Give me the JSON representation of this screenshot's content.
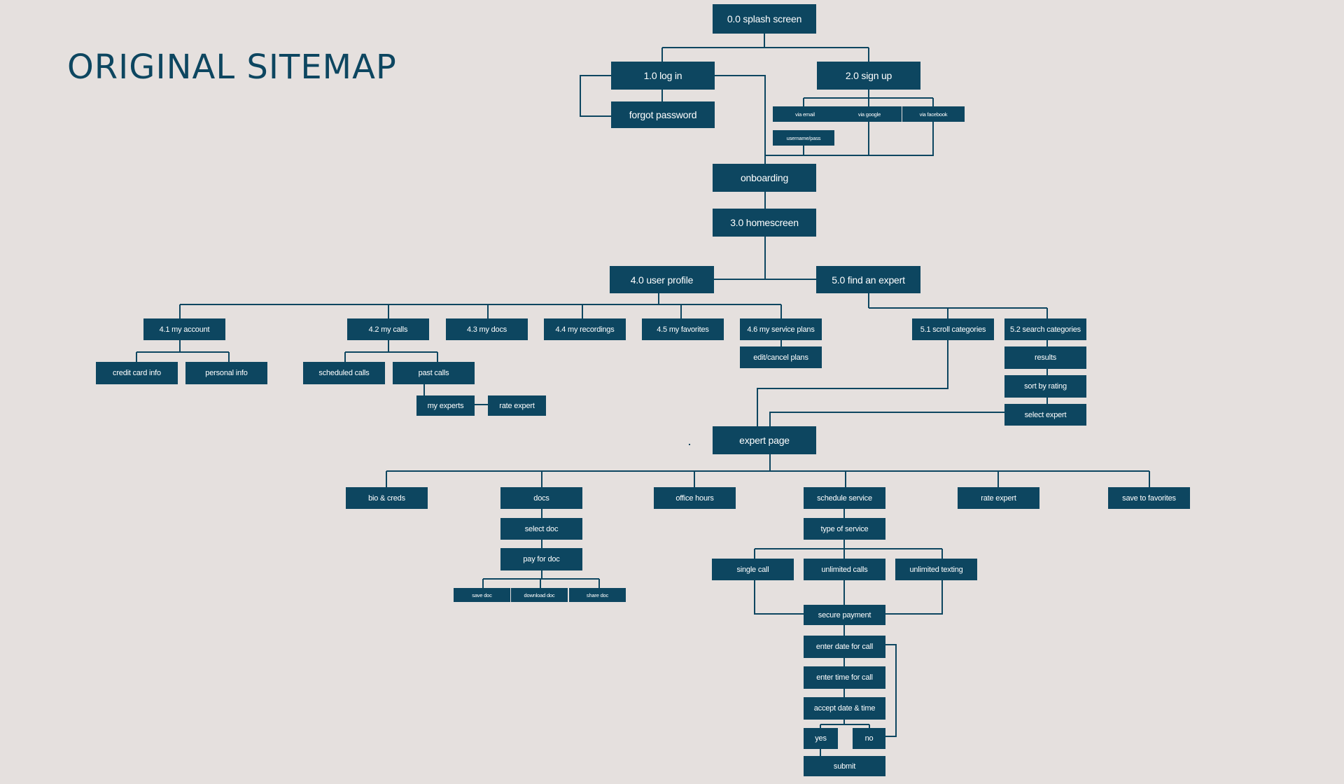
{
  "title": "ORIGINAL SITEMAP",
  "colors": {
    "background": "#e5e0de",
    "node": "#0d4660",
    "line": "#0d4660",
    "text": "#ffffff"
  },
  "nodes": {
    "splash": "0.0 splash screen",
    "login": "1.0 log in",
    "signup": "2.0 sign up",
    "forgot": "forgot password",
    "via_email": "via email",
    "via_google": "via google",
    "via_facebook": "via facebook",
    "userpass": "username/pass",
    "onboarding": "onboarding",
    "home": "3.0 homescreen",
    "profile": "4.0 user profile",
    "find": "5.0 find an expert",
    "account": "4.1 my account",
    "calls": "4.2 my calls",
    "docs43": "4.3 my docs",
    "recordings": "4.4 my recordings",
    "favorites": "4.5 my favorites",
    "plans": "4.6 my service plans",
    "editplans": "edit/cancel plans",
    "scroll": "5.1 scroll categories",
    "search": "5.2 search categories",
    "results": "results",
    "sort": "sort by rating",
    "select_expert": "select expert",
    "cc": "credit card info",
    "personal": "personal info",
    "scheduled": "scheduled calls",
    "past": "past calls",
    "my_experts": "my experts",
    "rate_expert1": "rate expert",
    "expert_page": "expert page",
    "bio": "bio & creds",
    "docs": "docs",
    "office": "office hours",
    "schedule": "schedule service",
    "rate_expert2": "rate expert",
    "save_fav": "save to favorites",
    "select_doc": "select doc",
    "pay_doc": "pay for doc",
    "save_doc": "save doc",
    "download_doc": "download doc",
    "share_doc": "share doc",
    "type_service": "type of service",
    "single": "single call",
    "unl_calls": "unlimited calls",
    "unl_text": "unlimited texting",
    "secure": "secure payment",
    "enter_date": "enter date for call",
    "enter_time": "enter time for call",
    "accept": "accept date & time",
    "yes": "yes",
    "no": "no",
    "submit": "submit"
  }
}
